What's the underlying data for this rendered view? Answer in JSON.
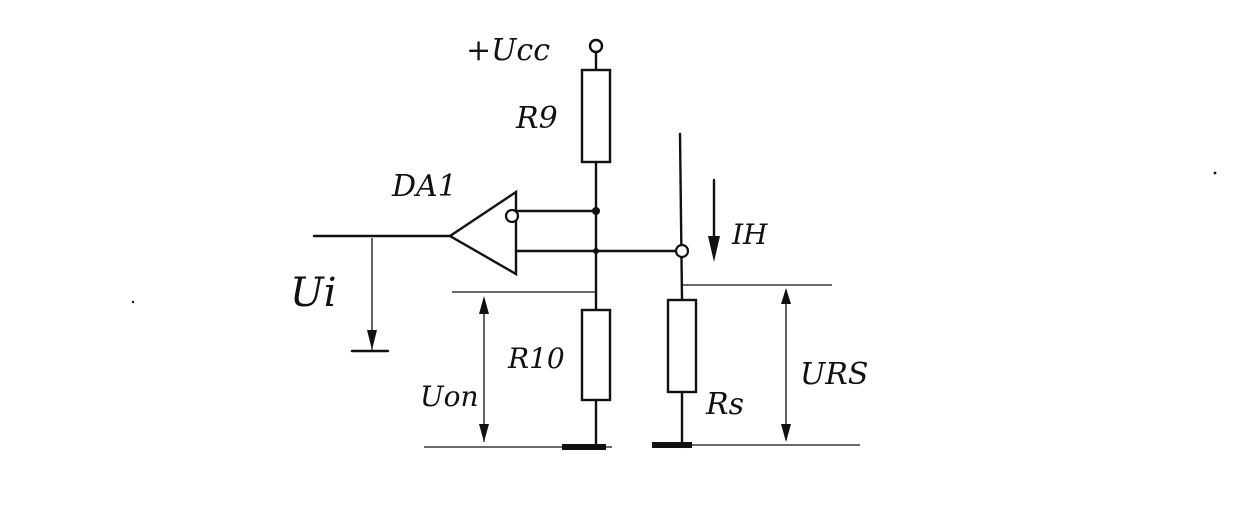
{
  "labels": {
    "supply": "+Ucc",
    "r9": "R9",
    "r10": "R10",
    "rs": "Rs",
    "opamp": "DA1",
    "current": "IH",
    "input_voltage": "Ui",
    "ref_voltage": "Uon",
    "sense_voltage": "URS"
  }
}
